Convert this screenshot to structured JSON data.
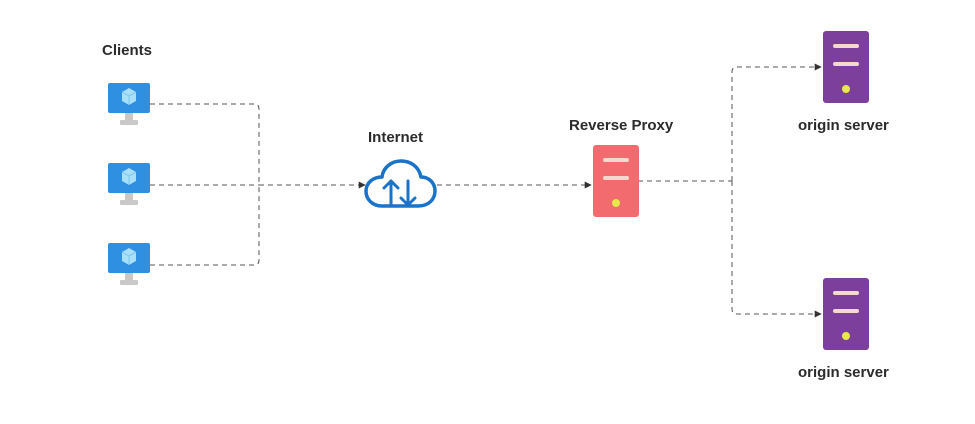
{
  "labels": {
    "clients": "Clients",
    "internet": "Internet",
    "proxy": "Reverse Proxy",
    "origin_top": "origin server",
    "origin_bottom": "origin server"
  },
  "nodes": {
    "client_icon": "monitor-icon",
    "internet_icon": "cloud-upload-download-icon",
    "proxy_icon": "server-icon",
    "origin_icon": "server-icon"
  },
  "colors": {
    "monitor_screen": "#2f8fe0",
    "monitor_cube": "#a9dff7",
    "monitor_stand": "#c9c9c9",
    "cloud": "#1a73c9",
    "proxy_server": "#f26b6e",
    "origin_server": "#7c3f9c",
    "server_stripe": "#f3d9d0",
    "server_led": "#e8e84a",
    "connector": "#555555"
  }
}
